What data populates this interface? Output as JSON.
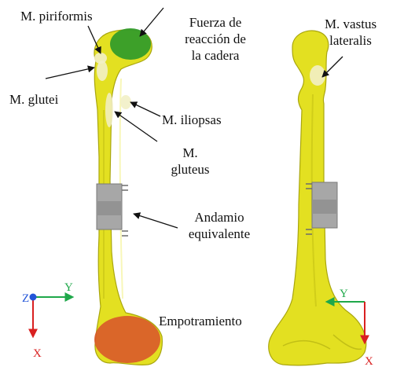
{
  "figure": {
    "labels": {
      "piriformis": "M. piriformis",
      "hip_force_line1": "Fuerza de",
      "hip_force_line2": "reacción de",
      "hip_force_line3": "la cadera",
      "vastus_line1": "M. vastus",
      "vastus_line2": "lateralis",
      "glutei": "M. glutei",
      "iliopsas": "M. iliopsas",
      "gluteus_line1": "M.",
      "gluteus_line2": "gluteus",
      "scaffold_line1": "Andamio",
      "scaffold_line2": "equivalente",
      "fixation": "Empotramiento"
    },
    "axes_left": {
      "z": "Z",
      "y": "Y",
      "x": "X"
    },
    "axes_right": {
      "y": "Y",
      "x": "X"
    }
  },
  "colors": {
    "bone": "#e3e021",
    "bone_dark": "#a9a60e",
    "scaffold": "#a7a7a7",
    "hip_force_region": "#2f9a2a",
    "fixation_region": "#d8542a",
    "muscle_region": "#f2efc6",
    "axis_x": "#d92020",
    "axis_y": "#1fa84a",
    "axis_z": "#2355d8"
  }
}
